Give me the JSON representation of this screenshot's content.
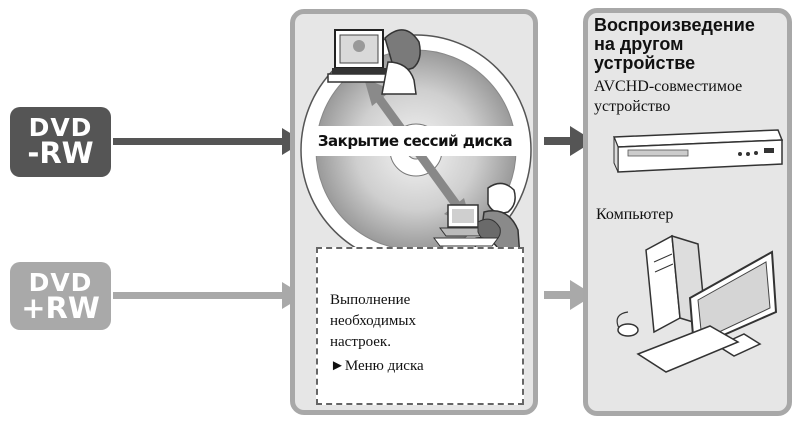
{
  "badges": {
    "dvd_rw": {
      "line1": "DVD",
      "line2": "-RW"
    },
    "dvd_plus_rw": {
      "line1": "DVD",
      "line2": "+RW"
    }
  },
  "center": {
    "disc_label": "Закрытие сессий диска",
    "note_lines": [
      "Выполнение",
      "необходимых",
      "настроек."
    ],
    "menu_ref": "►Меню диска"
  },
  "right": {
    "title_lines": [
      "Воспроизведение",
      "на другом",
      "устройстве"
    ],
    "device_lines": [
      "AVCHD-совместимое",
      "устройство"
    ],
    "computer_label": "Компьютер"
  },
  "colors": {
    "dark_arrow": "#555555",
    "light_arrow": "#a9a9a9",
    "panel_fill": "#e6e6e6",
    "panel_border": "#a8a8a8"
  }
}
